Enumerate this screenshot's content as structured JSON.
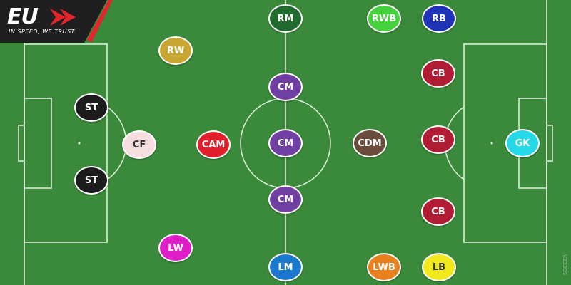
{
  "brand": {
    "logo_text": "EU",
    "tagline": "IN SPEED, WE TRUST"
  },
  "watermark": "SOCCER",
  "colors": {
    "pitch": "#3b8a3c",
    "lines": "#d8eed5",
    "logo_bg": "#1f1f1f",
    "logo_accent": "#e3262c"
  },
  "positions": [
    {
      "label": "ST",
      "color": "#1c1c1c"
    },
    {
      "label": "ST",
      "color": "#1c1c1c"
    },
    {
      "label": "CF",
      "color": "#f6dde0"
    },
    {
      "label": "RW",
      "color": "#c9a631"
    },
    {
      "label": "LW",
      "color": "#e01ec8"
    },
    {
      "label": "CAM",
      "color": "#e11f2a"
    },
    {
      "label": "RM",
      "color": "#1f6a2c"
    },
    {
      "label": "CM",
      "color": "#6f3fa2"
    },
    {
      "label": "CM",
      "color": "#6f3fa2"
    },
    {
      "label": "CM",
      "color": "#6f3fa2"
    },
    {
      "label": "LM",
      "color": "#1a78cf"
    },
    {
      "label": "CDM",
      "color": "#6a4c3d"
    },
    {
      "label": "RWB",
      "color": "#43d13c"
    },
    {
      "label": "RB",
      "color": "#1f33b8"
    },
    {
      "label": "CB",
      "color": "#b01c33"
    },
    {
      "label": "CB",
      "color": "#b01c33"
    },
    {
      "label": "CB",
      "color": "#b01c33"
    },
    {
      "label": "LWB",
      "color": "#e8811d"
    },
    {
      "label": "LB",
      "color": "#f1e91c"
    },
    {
      "label": "GK",
      "color": "#25d8e8"
    }
  ]
}
